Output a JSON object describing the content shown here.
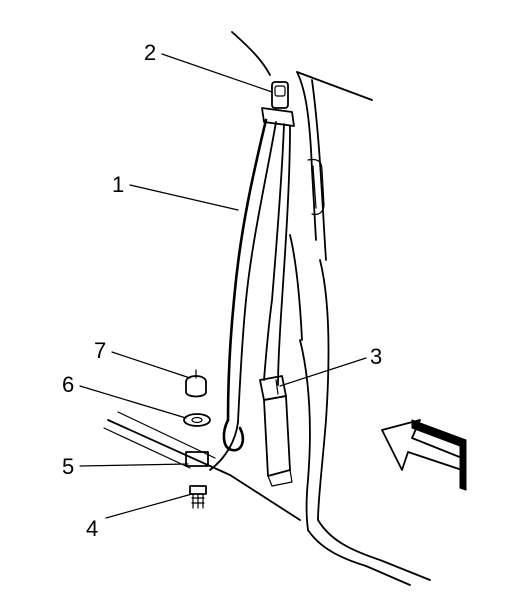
{
  "callouts": [
    {
      "id": "1",
      "label": "1"
    },
    {
      "id": "2",
      "label": "2"
    },
    {
      "id": "3",
      "label": "3"
    },
    {
      "id": "4",
      "label": "4"
    },
    {
      "id": "5",
      "label": "5"
    },
    {
      "id": "6",
      "label": "6"
    },
    {
      "id": "7",
      "label": "7"
    }
  ],
  "icons": {
    "direction_arrow": "view-direction-arrow-icon"
  },
  "colors": {
    "ink": "#000000",
    "background": "#ffffff"
  }
}
